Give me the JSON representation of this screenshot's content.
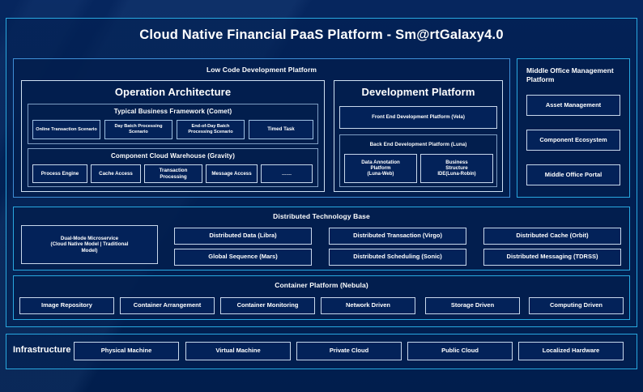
{
  "title": "Cloud Native Financial PaaS Platform - Sm@rtGalaxy4.0",
  "colors": {
    "background": "#022256",
    "frame_border": "#29a8e0",
    "panel_border": "#3f8fd6",
    "box_border": "#c8d8ec",
    "box_fill": "#032259",
    "text": "#ffffff"
  },
  "low_code": {
    "title": "Low Code Development Platform",
    "operation_architecture": {
      "title": "Operation Architecture",
      "typical_business_framework": {
        "title": "Typical Business Framework (Comet)",
        "items": [
          "Online Transaction Scenario",
          "Day Batch Processing Scenario",
          "End-of-Day Batch Processing Scenario",
          "Timed Task"
        ]
      },
      "component_cloud_warehouse": {
        "title": "Component Cloud Warehouse (Gravity)",
        "items": [
          "Process Engine",
          "Cache Access",
          "Transaction Processing",
          "Message Access",
          "……"
        ]
      }
    },
    "development_platform": {
      "title": "Development Platform",
      "front_end": "Front End Development Platform (Vela)",
      "back_end": {
        "title": "Back End Development Platform (Luna)",
        "items": [
          {
            "line1": "Data Annotation",
            "line2": "Platform",
            "line3": "(Luna-Web)"
          },
          {
            "line1": "Business",
            "line2": "Structure",
            "line3": "IDE(Luna-Robin)"
          }
        ]
      }
    }
  },
  "middle_office": {
    "title": "Middle Office Management Platform",
    "items": [
      "Asset Management",
      "Component Ecosystem",
      "Middle Office Portal"
    ]
  },
  "distributed_base": {
    "title": "Distributed Technology Base",
    "dual_mode": {
      "line1": "Dual-Mode Microservice",
      "line2": "(Cloud Native Model | Traditional",
      "line3": "Model)"
    },
    "grid": [
      "Distributed Data (Libra)",
      "Distributed Transaction (Virgo)",
      "Distributed Cache (Orbit)",
      "Global Sequence (Mars)",
      "Distributed Scheduling (Sonic)",
      "Distributed Messaging (TDRSS)"
    ]
  },
  "container_platform": {
    "title": "Container Platform (Nebula)",
    "items": [
      "Image Repository",
      "Container Arrangement",
      "Container Monitoring",
      "Network Driven",
      "Storage Driven",
      "Computing Driven"
    ]
  },
  "infrastructure": {
    "label": "Infrastructure",
    "items": [
      "Physical Machine",
      "Virtual Machine",
      "Private Cloud",
      "Public Cloud",
      "Localized Hardware"
    ]
  }
}
